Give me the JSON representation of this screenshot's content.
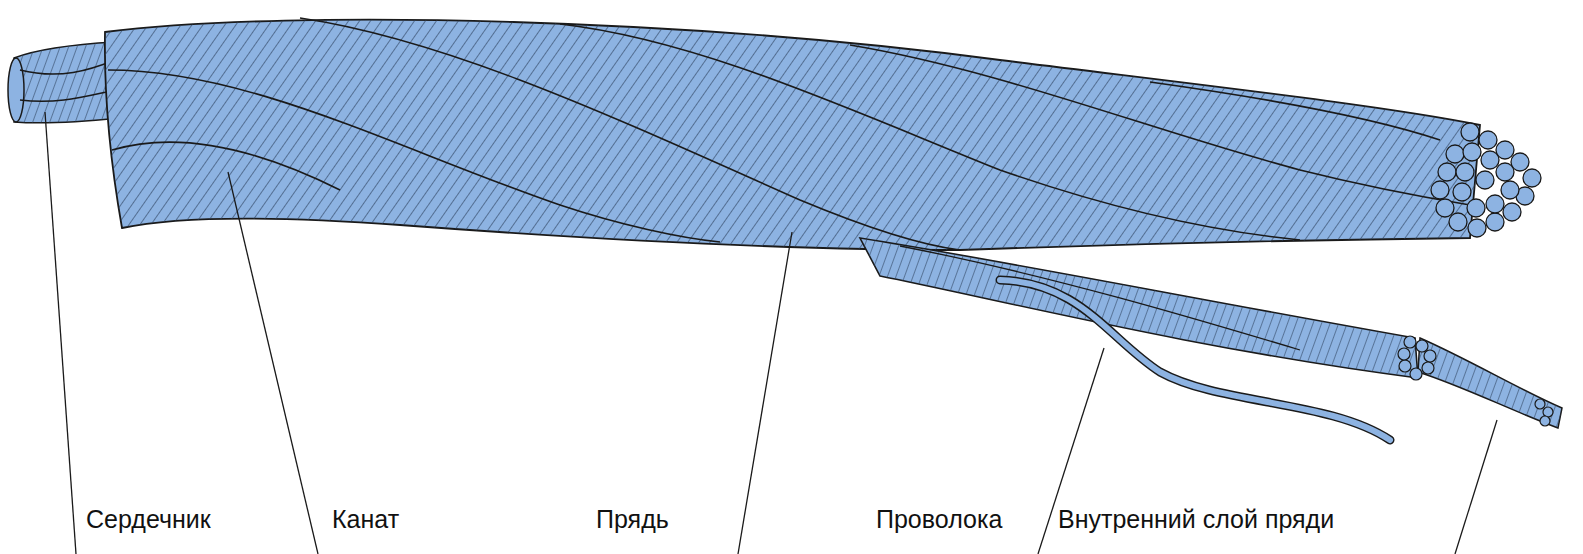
{
  "diagram": {
    "labels": [
      "Сердечник",
      "Канат",
      "Прядь",
      "Проволока",
      "Внутренний слой пряди"
    ]
  }
}
